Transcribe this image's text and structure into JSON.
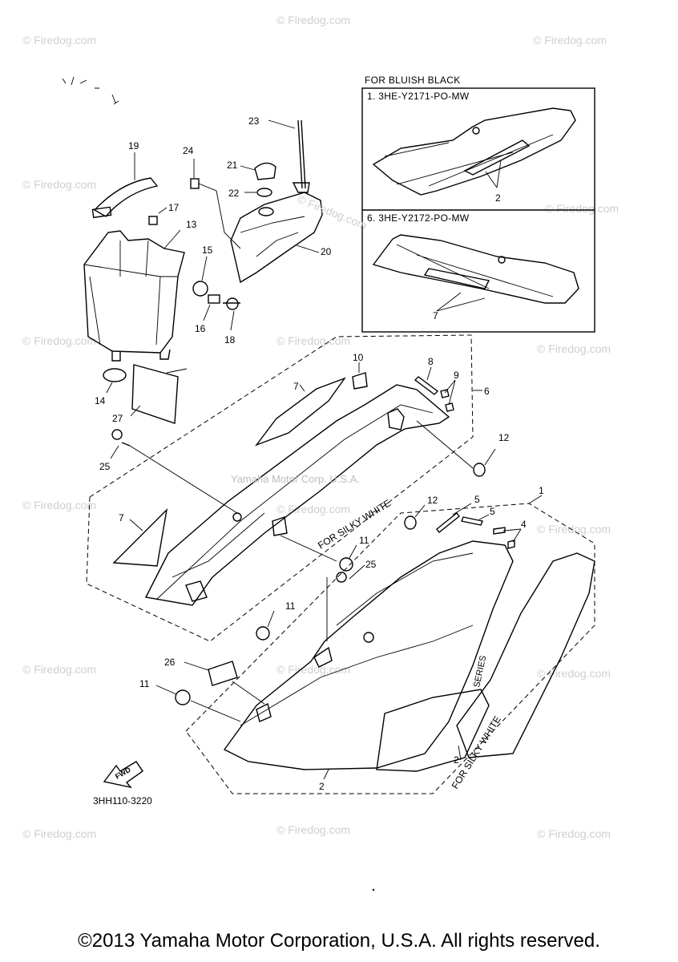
{
  "watermark": "© Firedog.com",
  "inset": {
    "heading": "FOR BLUISH BLACK",
    "part1_label": "1. 3HE-Y2171-PO-MW",
    "part6_label": "6. 3HE-Y2172-PO-MW",
    "callout_a": "2",
    "callout_b": "7"
  },
  "callouts": {
    "c23": "23",
    "c19": "19",
    "c24": "24",
    "c21": "21",
    "c22": "22",
    "c17": "17",
    "c13": "13",
    "c20": "20",
    "c15": "15",
    "c16": "16",
    "c18": "18",
    "c14": "14",
    "c27": "27",
    "c10": "10",
    "c8": "8",
    "c9": "9",
    "c6": "6",
    "c7a": "7",
    "c7b": "7",
    "c25a": "25",
    "c12a": "12",
    "c12b": "12",
    "c5a": "5",
    "c5b": "5",
    "c1": "1",
    "c4": "4",
    "c11a": "11",
    "c25b": "25",
    "c11b": "11",
    "c26": "26",
    "c11c": "11",
    "c2a": "2",
    "c2b": "2"
  },
  "labels": {
    "for_silky_white_upper": "FOR SILKY WHITE",
    "for_silky_white_lower": "FOR SILKY WHITE",
    "faint_caption": "Yamaha Motor Corp. U.S.A.",
    "fwd": "FWD",
    "diagram_code": "3HH110-3220"
  },
  "footer": "©2013 Yamaha Motor Corporation, U.S.A. All rights reserved."
}
